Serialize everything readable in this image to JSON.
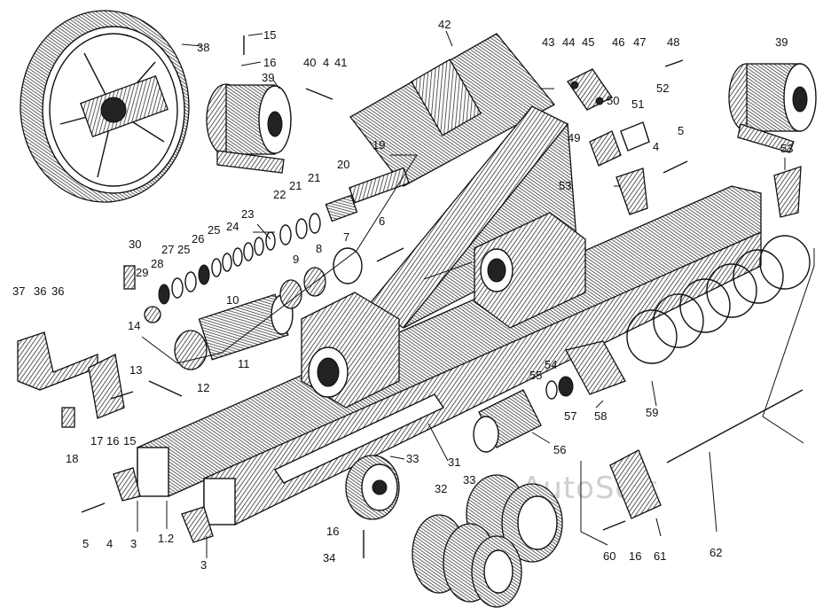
{
  "watermark": "AutoSoft",
  "callouts": [
    {
      "id": "c38",
      "label": "38"
    },
    {
      "id": "c15a",
      "label": "15"
    },
    {
      "id": "c16a",
      "label": "16"
    },
    {
      "id": "c39a",
      "label": "39"
    },
    {
      "id": "c40",
      "label": "40"
    },
    {
      "id": "c4a",
      "label": "4"
    },
    {
      "id": "c41",
      "label": "41"
    },
    {
      "id": "c42",
      "label": "42"
    },
    {
      "id": "c43",
      "label": "43"
    },
    {
      "id": "c44",
      "label": "44"
    },
    {
      "id": "c45",
      "label": "45"
    },
    {
      "id": "c46",
      "label": "46"
    },
    {
      "id": "c47",
      "label": "47"
    },
    {
      "id": "c48",
      "label": "48"
    },
    {
      "id": "c39b",
      "label": "39"
    },
    {
      "id": "c52",
      "label": "52"
    },
    {
      "id": "c50",
      "label": "50"
    },
    {
      "id": "c51",
      "label": "51"
    },
    {
      "id": "c49",
      "label": "49"
    },
    {
      "id": "c5a",
      "label": "5"
    },
    {
      "id": "c4b",
      "label": "4"
    },
    {
      "id": "c53a",
      "label": "53"
    },
    {
      "id": "c53b",
      "label": "53"
    },
    {
      "id": "c19",
      "label": "19"
    },
    {
      "id": "c20",
      "label": "20"
    },
    {
      "id": "c21a",
      "label": "21"
    },
    {
      "id": "c21b",
      "label": "21"
    },
    {
      "id": "c22",
      "label": "22"
    },
    {
      "id": "c23",
      "label": "23"
    },
    {
      "id": "c24",
      "label": "24"
    },
    {
      "id": "c25a",
      "label": "25"
    },
    {
      "id": "c26",
      "label": "26"
    },
    {
      "id": "c25b",
      "label": "25"
    },
    {
      "id": "c27",
      "label": "27"
    },
    {
      "id": "c30",
      "label": "30"
    },
    {
      "id": "c28",
      "label": "28"
    },
    {
      "id": "c29",
      "label": "29"
    },
    {
      "id": "c6",
      "label": "6"
    },
    {
      "id": "c7",
      "label": "7"
    },
    {
      "id": "c8",
      "label": "8"
    },
    {
      "id": "c9",
      "label": "9"
    },
    {
      "id": "c10",
      "label": "10"
    },
    {
      "id": "c14",
      "label": "14"
    },
    {
      "id": "c37",
      "label": "37"
    },
    {
      "id": "c36a",
      "label": "36"
    },
    {
      "id": "c36b",
      "label": "36"
    },
    {
      "id": "c11",
      "label": "11"
    },
    {
      "id": "c13",
      "label": "13"
    },
    {
      "id": "c12",
      "label": "12"
    },
    {
      "id": "c17",
      "label": "17"
    },
    {
      "id": "c16b",
      "label": "16"
    },
    {
      "id": "c15b",
      "label": "15"
    },
    {
      "id": "c18",
      "label": "18"
    },
    {
      "id": "c5b",
      "label": "5"
    },
    {
      "id": "c4c",
      "label": "4"
    },
    {
      "id": "c3a",
      "label": "3"
    },
    {
      "id": "c12b",
      "label": "1.2"
    },
    {
      "id": "c3b",
      "label": "3"
    },
    {
      "id": "c55",
      "label": "55"
    },
    {
      "id": "c54",
      "label": "54"
    },
    {
      "id": "c57",
      "label": "57"
    },
    {
      "id": "c58",
      "label": "58"
    },
    {
      "id": "c59",
      "label": "59"
    },
    {
      "id": "c56",
      "label": "56"
    },
    {
      "id": "c31",
      "label": "31"
    },
    {
      "id": "c33a",
      "label": "33"
    },
    {
      "id": "c33b",
      "label": "33"
    },
    {
      "id": "c32",
      "label": "32"
    },
    {
      "id": "c16c",
      "label": "16"
    },
    {
      "id": "c34",
      "label": "34"
    },
    {
      "id": "c60",
      "label": "60"
    },
    {
      "id": "c16d",
      "label": "16"
    },
    {
      "id": "c61",
      "label": "61"
    },
    {
      "id": "c62",
      "label": "62"
    }
  ]
}
